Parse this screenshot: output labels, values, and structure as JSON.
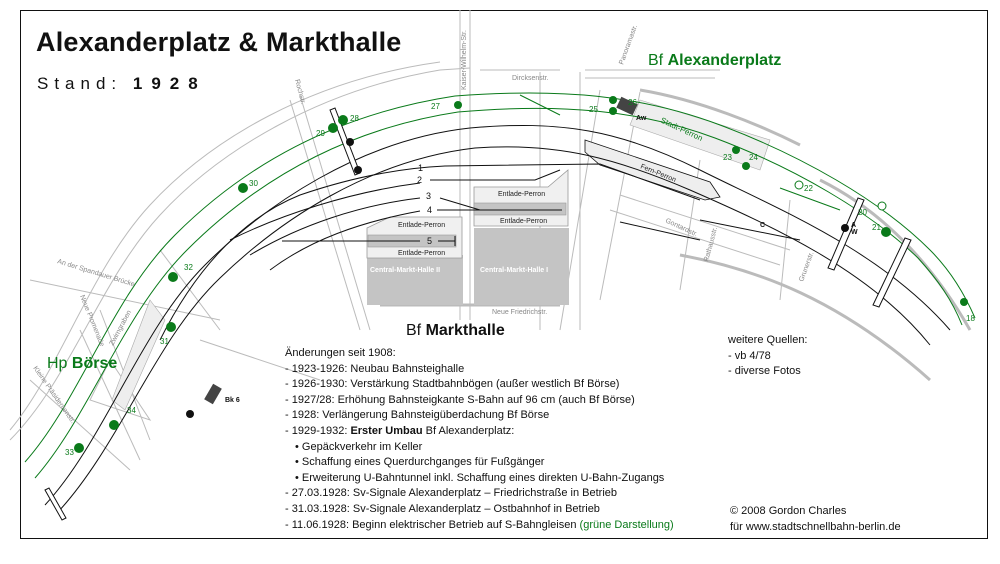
{
  "title": "Alexanderplatz & Markthalle",
  "stand_label": "Stand:",
  "stand_year": "1928",
  "stations": {
    "alexanderplatz_prefix": "Bf",
    "alexanderplatz_name": "Alexanderplatz",
    "markthalle_prefix": "Bf",
    "markthalle_name": "Markthalle",
    "boerse_prefix": "Hp",
    "boerse_name": "Börse"
  },
  "streets": {
    "rochstr": "Rochstr.",
    "kaiser_wilhelm": "Kaiser-Wilhelm-Str.",
    "dircksen": "Dircksenstr.",
    "panorama": "Panoramastr.",
    "gontard": "Gontardstr.",
    "rathaus": "Rathausstr.",
    "gruner": "Grunerstr.",
    "neue_friedrich": "Neue Friedrichstr.",
    "spandauer": "An der Spandauer Brücke",
    "neue_promenade": "Neue Promenade",
    "zwirngraben": "Zwirngraben",
    "kleine_praesidenten": "Kleine Präsidentenstr."
  },
  "platforms": {
    "stadt": "Stadt-Perron",
    "fern": "Fern-Perron",
    "entlade": "Entlade-Perron",
    "cmh1": "Central-Markt-Halle I",
    "cmh2": "Central-Markt-Halle II"
  },
  "tracks": [
    "1",
    "2",
    "3",
    "4",
    "5"
  ],
  "signals": [
    "18",
    "20",
    "21",
    "22",
    "23",
    "24",
    "25",
    "26",
    "27",
    "28",
    "29",
    "30",
    "31",
    "32",
    "33",
    "34"
  ],
  "markers": {
    "aw": "Aw",
    "bk6": "Bk 6",
    "c": "C",
    "a": "A",
    "w": "W"
  },
  "changes": {
    "heading": "Änderungen seit 1908:",
    "l1": "- 1923-1926: Neubau Bahnsteighalle",
    "l2": "- 1926-1930: Verstärkung Stadtbahnbögen (außer westlich Bf Börse)",
    "l3": "- 1927/28: Erhöhung Bahnsteigkante S-Bahn auf 96 cm (auch Bf Börse)",
    "l4": "- 1928: Verlängerung Bahnsteigüberdachung Bf Börse",
    "l5_pre": "- 1929-1932: ",
    "l5_bold": "Erster Umbau",
    "l5_post": " Bf Alexanderplatz:",
    "b1": "• Gepäckverkehr im Keller",
    "b2": "• Schaffung eines Querdurchganges für Fußgänger",
    "b3": "• Erweiterung U-Bahntunnel inkl. Schaffung eines direkten U-Bahn-Zugangs",
    "l6": "- 27.03.1928: Sv-Signale Alexanderplatz – Friedrichstraße in Betrieb",
    "l7": "- 31.03.1928: Sv-Signale Alexanderplatz – Ostbahnhof in Betrieb",
    "l8_pre": "- 11.06.1928: Beginn elektrischer Betrieb auf S-Bahngleisen ",
    "l8_green": "(grüne Darstellung)"
  },
  "sources": {
    "heading": "weitere Quellen:",
    "s1": "- vb 4/78",
    "s2": "- diverse Fotos"
  },
  "copyright": {
    "line1": "© 2008 Gordon Charles",
    "line2": "für www.stadtschnellbahn-berlin.de"
  },
  "colors": {
    "sbahn": "#0a7a1a",
    "track": "#111111",
    "street": "#bbbbbb",
    "hall": "#c4c4c4"
  }
}
